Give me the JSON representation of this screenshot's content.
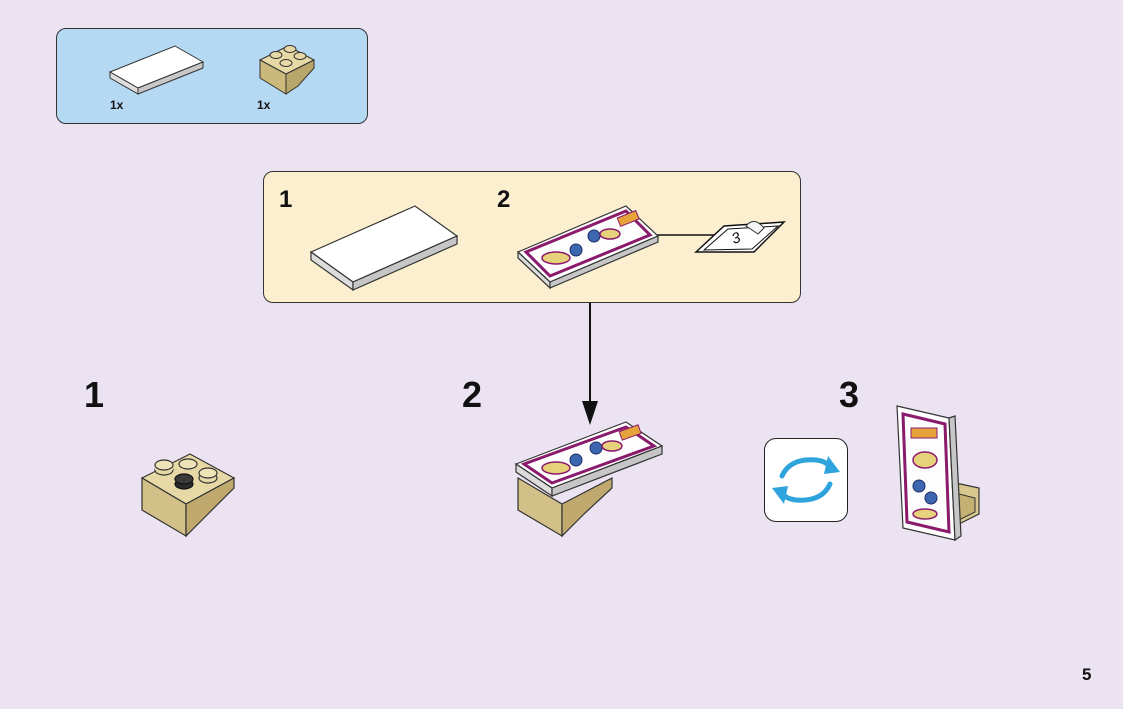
{
  "parts_list": {
    "items": [
      {
        "name": "white-tile-2x4",
        "qty": "1x"
      },
      {
        "name": "tan-inverted-slope-2x2",
        "qty": "1x"
      }
    ]
  },
  "subassembly": {
    "steps": [
      {
        "number": "1"
      },
      {
        "number": "2",
        "sticker_number": "3"
      }
    ]
  },
  "steps": [
    {
      "number": "1"
    },
    {
      "number": "2"
    },
    {
      "number": "3"
    }
  ],
  "rotate_icon": "rotate-arrows-icon",
  "page": {
    "number": "5"
  },
  "colors": {
    "background": "#ebe3f2",
    "parts_box": "#b5d9f3",
    "subassembly_box": "#fcefcf",
    "tan_brick": "#d8c78e",
    "rotate_arrows": "#2fa3dc",
    "sticker_border": "#8a1a6b"
  }
}
